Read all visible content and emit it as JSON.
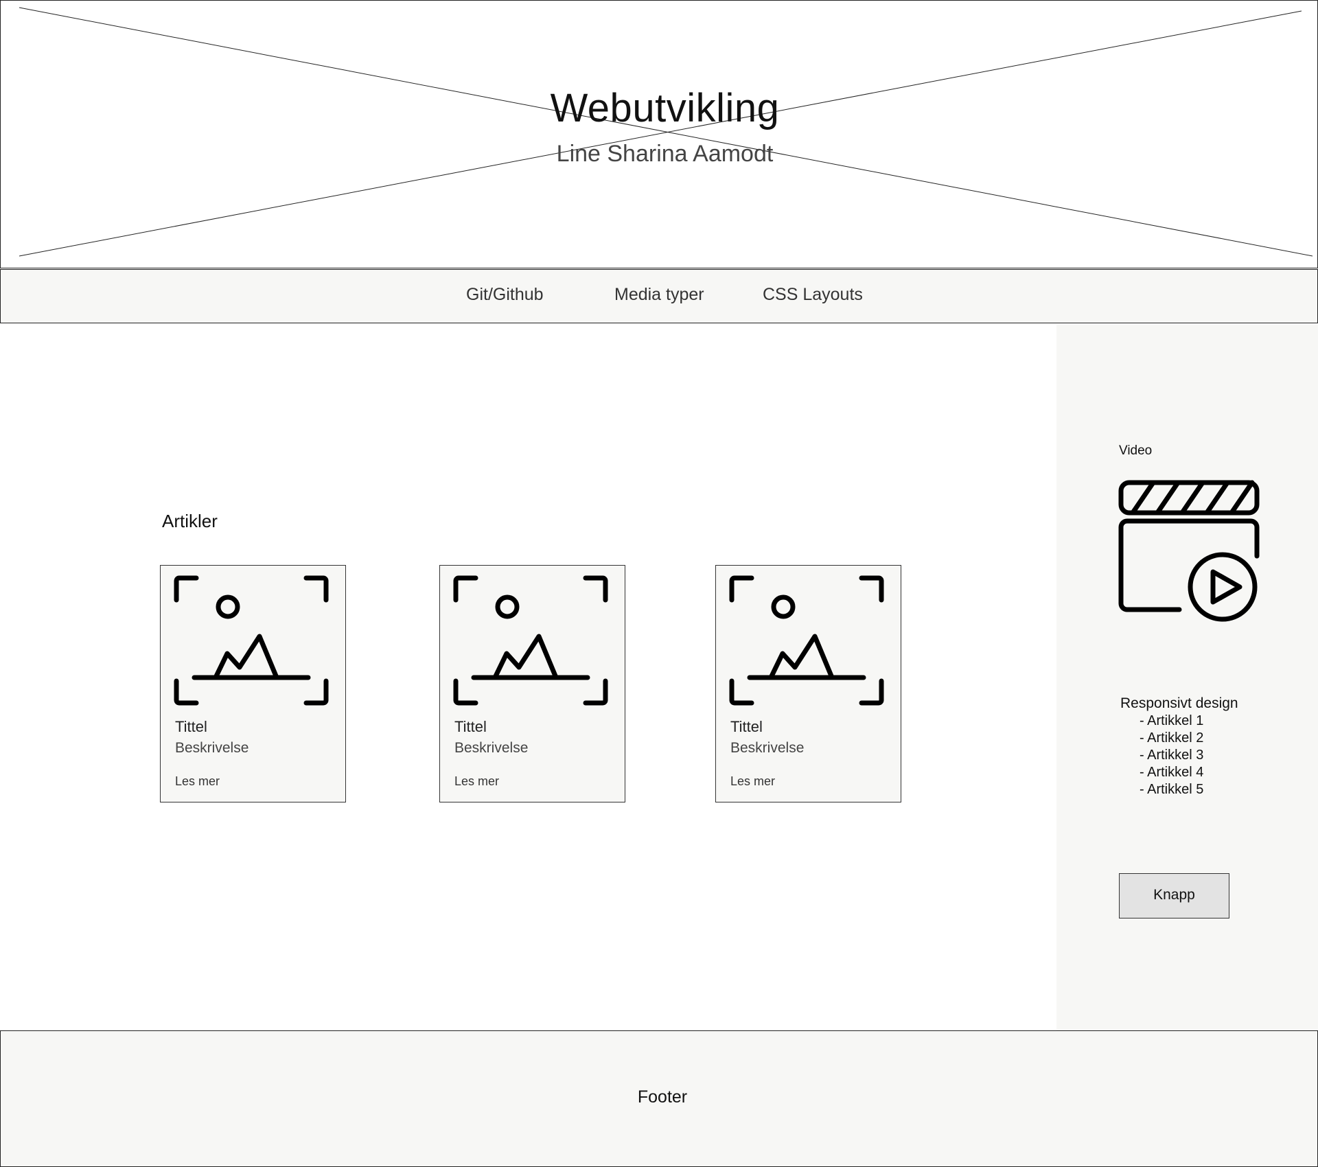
{
  "hero": {
    "title": "Webutvikling",
    "subtitle": "Line Sharina Aamodt"
  },
  "nav": {
    "items": [
      {
        "label": "Git/Github"
      },
      {
        "label": "Media typer"
      },
      {
        "label": "CSS Layouts"
      }
    ]
  },
  "main": {
    "heading": "Artikler",
    "cards": [
      {
        "title": "Tittel",
        "description": "Beskrivelse",
        "link": "Les mer",
        "icon": "image-icon"
      },
      {
        "title": "Tittel",
        "description": "Beskrivelse",
        "link": "Les mer",
        "icon": "image-icon"
      },
      {
        "title": "Tittel",
        "description": "Beskrivelse",
        "link": "Les mer",
        "icon": "image-icon"
      }
    ]
  },
  "sidebar": {
    "video_label": "Video",
    "video_icon": "video-clapperboard-icon",
    "responsive_heading": "Responsivt design",
    "responsive_items": [
      "- Artikkel 1",
      "- Artikkel 2",
      "- Artikkel 3",
      "- Artikkel 4",
      "- Artikkel 5"
    ],
    "button_label": "Knapp"
  },
  "footer": {
    "text": "Footer"
  },
  "colors": {
    "panel_background": "#f7f7f5",
    "button_background": "#e3e3e3",
    "border": "#222222"
  }
}
